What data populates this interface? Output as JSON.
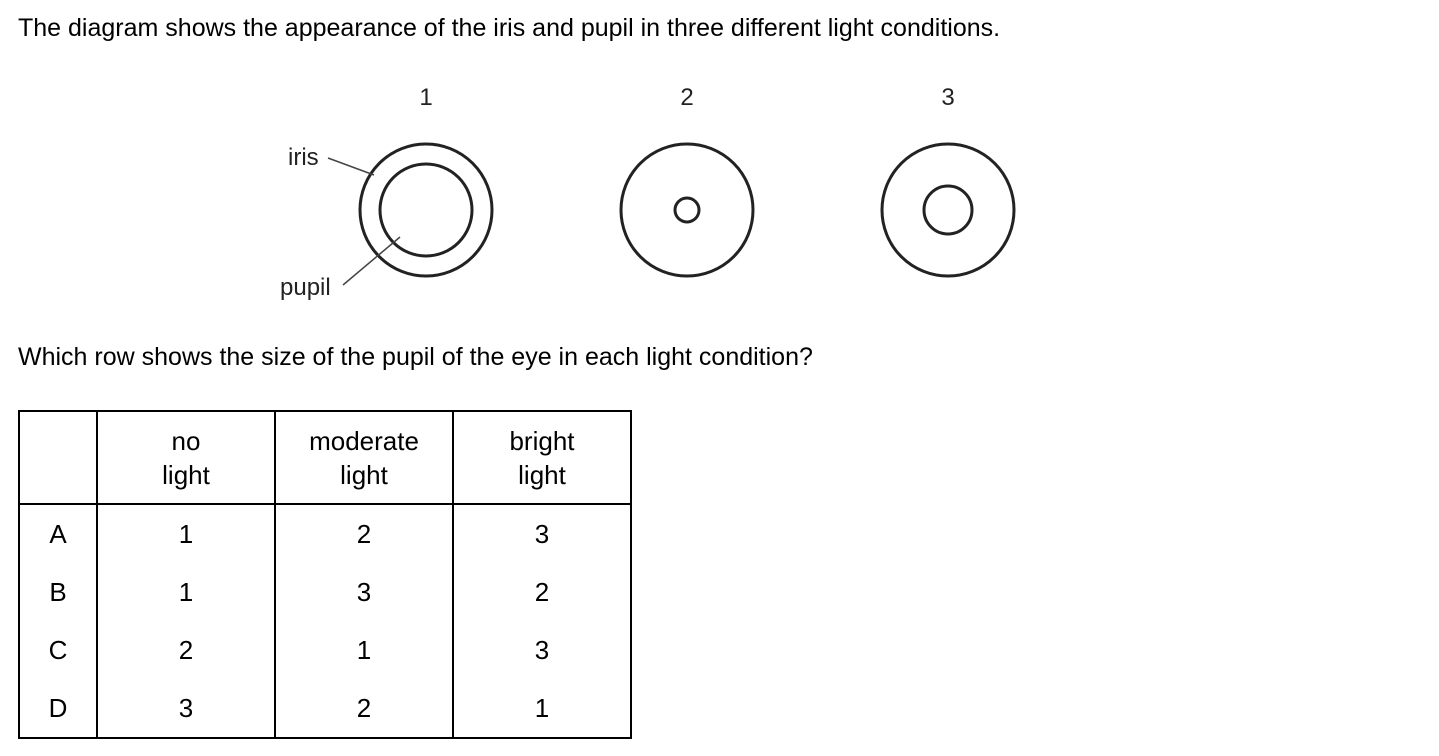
{
  "intro": "The diagram shows the appearance of the iris and pupil in three different light conditions.",
  "diagram": {
    "eye_numbers": [
      "1",
      "2",
      "3"
    ],
    "label_iris": "iris",
    "label_pupil": "pupil"
  },
  "question": "Which row shows the size of the pupil of the eye in each light condition?",
  "table": {
    "headers": [
      {
        "line1": "no",
        "line2": "light"
      },
      {
        "line1": "moderate",
        "line2": "light"
      },
      {
        "line1": "bright",
        "line2": "light"
      }
    ],
    "rows": [
      {
        "option": "A",
        "values": [
          "1",
          "2",
          "3"
        ]
      },
      {
        "option": "B",
        "values": [
          "1",
          "3",
          "2"
        ]
      },
      {
        "option": "C",
        "values": [
          "2",
          "1",
          "3"
        ]
      },
      {
        "option": "D",
        "values": [
          "3",
          "2",
          "1"
        ]
      }
    ]
  }
}
